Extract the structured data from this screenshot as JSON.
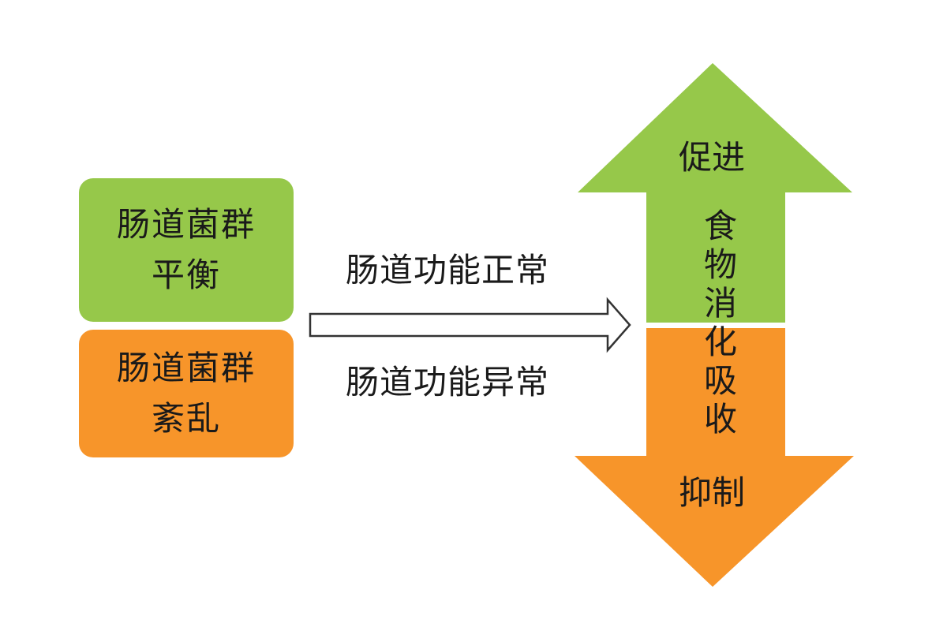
{
  "colors": {
    "green": "#96c84a",
    "orange": "#f7952a",
    "arrow_outline": "#333333"
  },
  "balance_box": {
    "line1": "肠道菌群",
    "line2": "平衡"
  },
  "disorder_box": {
    "line1": "肠道菌群",
    "line2": "紊乱"
  },
  "arrow": {
    "label_top": "肠道功能正常",
    "label_bottom": "肠道功能异常"
  },
  "up_arrow": {
    "label": "促进"
  },
  "down_arrow": {
    "label": "抑制"
  },
  "center_text": [
    "食",
    "物",
    "消",
    "化",
    "吸",
    "收"
  ]
}
